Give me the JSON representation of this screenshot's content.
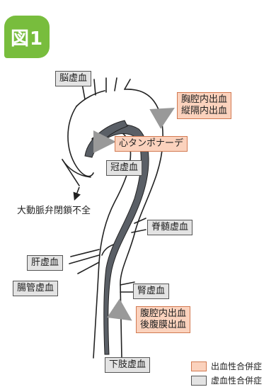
{
  "badge": "図1",
  "labels": {
    "brain": "脳虚血",
    "chest": "胸腔内出血\n縦隔内出血",
    "tamponade": "心タンポナーデ",
    "coronary": "冠虚血",
    "aortic_valve": "大動脈弁閉鎖不全",
    "spinal": "脊髄虚血",
    "liver": "肝虚血",
    "intestine": "腸管虚血",
    "kidney": "腎虚血",
    "abdomen": "腹腔内出血\n後腹膜出血",
    "limb": "下肢虚血"
  },
  "legend": {
    "hemorrhagic": "出血性合併症",
    "ischemic": "虚血性合併症"
  },
  "colors": {
    "badge": "#78bd3d",
    "hemorrhagic": "#fbd2bd",
    "ischemic": "#e3e3e3",
    "arrow": "#999999",
    "false_lumen": "#5a5f66"
  }
}
